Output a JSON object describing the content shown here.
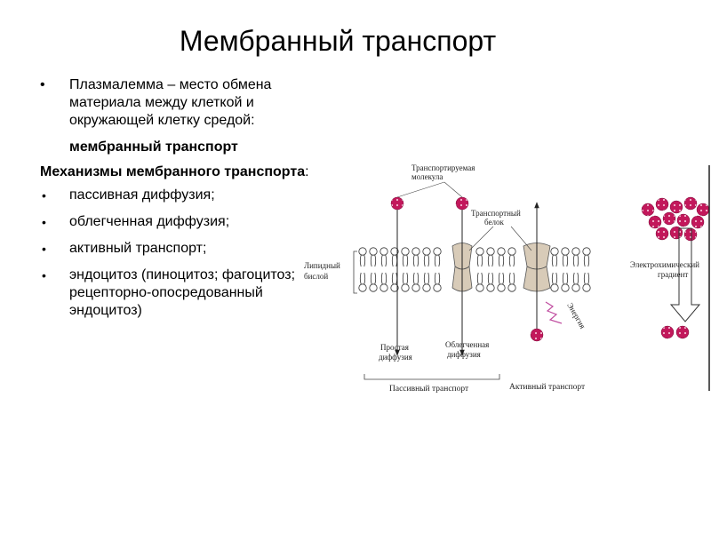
{
  "slide": {
    "title": "Мембранный транспорт"
  },
  "intro": {
    "bullet": "•",
    "text": "Плазмалемма – место обмена материала между клеткой и окружающей клетку средой:",
    "subhead": "мембранный транспорт"
  },
  "mechanisms": {
    "heading": "Механизмы мембранного транспорта",
    "heading_suffix": ":",
    "bullet": "•",
    "items": [
      "пассивная диффузия;",
      "облегченная диффузия;",
      "активный транспорт;",
      "эндоцитоз (пиноцитоз; фагоцитоз; рецепторно-опосредованный эндоцитоз)"
    ]
  },
  "diagram": {
    "labels": {
      "transported_molecule_1": "Транспортируемая",
      "transported_molecule_2": "молекула",
      "transport_protein_1": "Транспортный",
      "transport_protein_2": "белок",
      "lipid_bilayer_1": "Липидный",
      "lipid_bilayer_2": "бислой",
      "energy": "Энергия",
      "simple_diffusion_1": "Простая",
      "simple_diffusion_2": "диффузия",
      "facilitated_diffusion_1": "Облегченная",
      "facilitated_diffusion_2": "диффузия",
      "passive_transport": "Пассивный транспорт",
      "active_transport": "Активный транспорт",
      "gradient_1": "Электрохимический",
      "gradient_2": "градиент"
    },
    "colors": {
      "molecule": "#c2185b",
      "protein": "#d8cbb8",
      "line": "#222222",
      "energy": "#c04da0"
    }
  }
}
